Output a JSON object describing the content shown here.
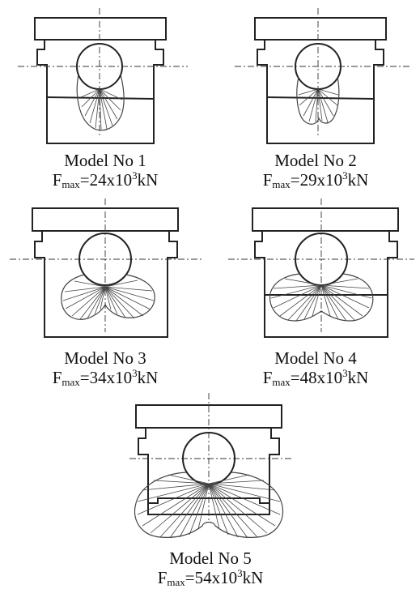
{
  "models": [
    {
      "name": "Model No 1",
      "f_symbol": "F",
      "f_sub": "max",
      "f_eq": "=24x10",
      "f_sup": "3",
      "f_unit": "kN"
    },
    {
      "name": "Model No 2",
      "f_symbol": "F",
      "f_sub": "max",
      "f_eq": "=29x10",
      "f_sup": "3",
      "f_unit": "kN"
    },
    {
      "name": "Model No 3",
      "f_symbol": "F",
      "f_sub": "max",
      "f_eq": "=34x10",
      "f_sup": "3",
      "f_unit": "kN"
    },
    {
      "name": "Model No 4",
      "f_symbol": "F",
      "f_sub": "max",
      "f_eq": "=48x10",
      "f_sup": "3",
      "f_unit": "kN"
    },
    {
      "name": "Model No 5",
      "f_symbol": "F",
      "f_sub": "max",
      "f_eq": "=54x10",
      "f_sup": "3",
      "f_unit": "kN"
    }
  ]
}
